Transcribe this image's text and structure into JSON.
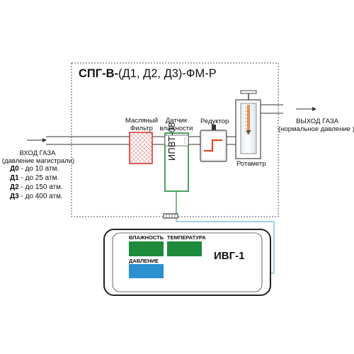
{
  "title": {
    "bold_part": "СПГ-В-",
    "rest": "(Д1, Д2, Д3)-ФМ-Р"
  },
  "inlet": {
    "label": "ВХОД ГАЗА",
    "sublabel": "(давление магистрали)",
    "ranges": [
      {
        "code": "Д0",
        "text": " - до 10 атм."
      },
      {
        "code": "Д1",
        "text": " - до 25 атм."
      },
      {
        "code": "Д2",
        "text": " - до 150 атм."
      },
      {
        "code": "Д3",
        "text": " - до 400 атм."
      }
    ]
  },
  "outlet": {
    "label": "ВЫХОД ГАЗА",
    "sublabel": "(нормальное давление )"
  },
  "components": {
    "oil_filter": {
      "line1": "Масляный",
      "line2": "Фильтр"
    },
    "humidity_sensor": {
      "line1": "Датчик",
      "line2": "влажности",
      "model": "ИПВТ-08"
    },
    "reducer": {
      "label": "Редуктор"
    },
    "rotameter": {
      "label": "Ротаметр"
    }
  },
  "device": {
    "name": "ИВГ-1",
    "humidity_label": "ВЛАЖНОСТЬ",
    "temperature_label": "ТЕМПЕРАТУРА",
    "pressure_label": "ДАВЛЕНИЕ"
  },
  "colors": {
    "filter_border": "#d42a2a",
    "sensor_border": "#1f8a3a",
    "humidity_display": "#1e8a3c",
    "pressure_display": "#2a90d0",
    "signal_line": "#4a9ec8",
    "rotameter_scale": "#e8741f"
  }
}
